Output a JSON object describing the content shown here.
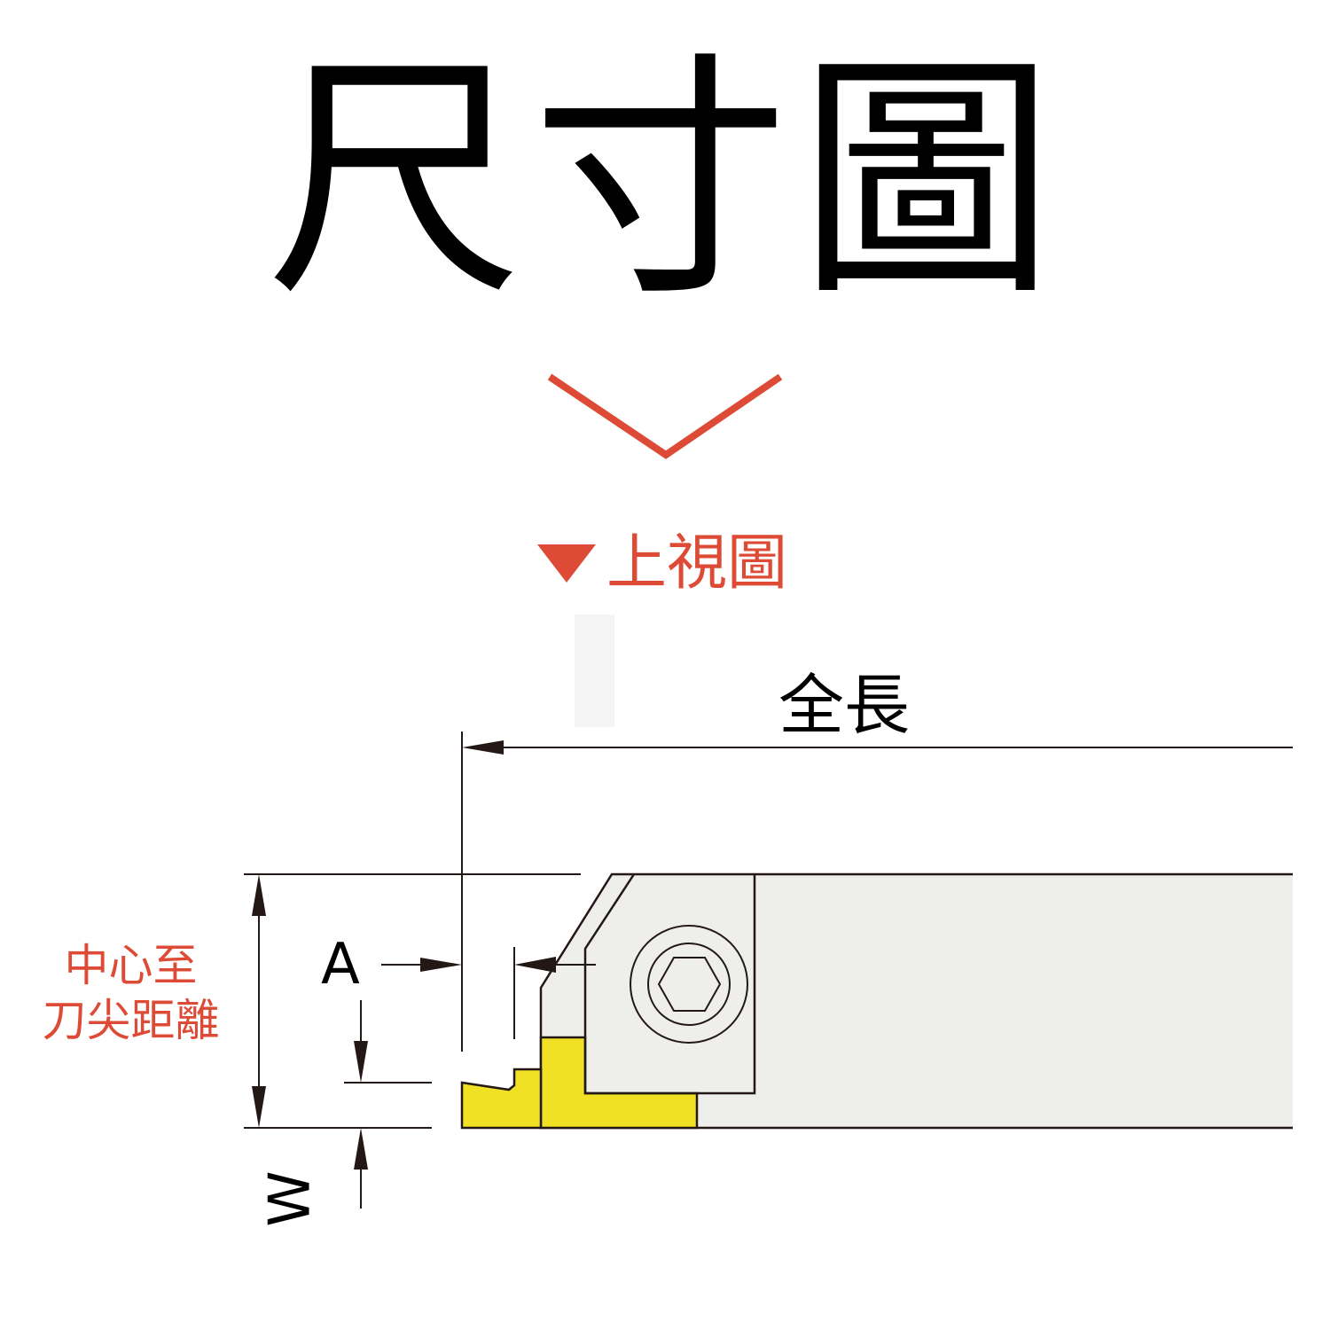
{
  "title": "尺寸圖",
  "view_label": "上視圖",
  "labels": {
    "overall_length": "全長",
    "a": "A",
    "w": "W",
    "center_to_tip_line1": "中心至",
    "center_to_tip_line2": "刀尖距離"
  },
  "colors": {
    "accent": "#dd4b36",
    "insert": "#f0e124",
    "body": "#eeeeec"
  }
}
